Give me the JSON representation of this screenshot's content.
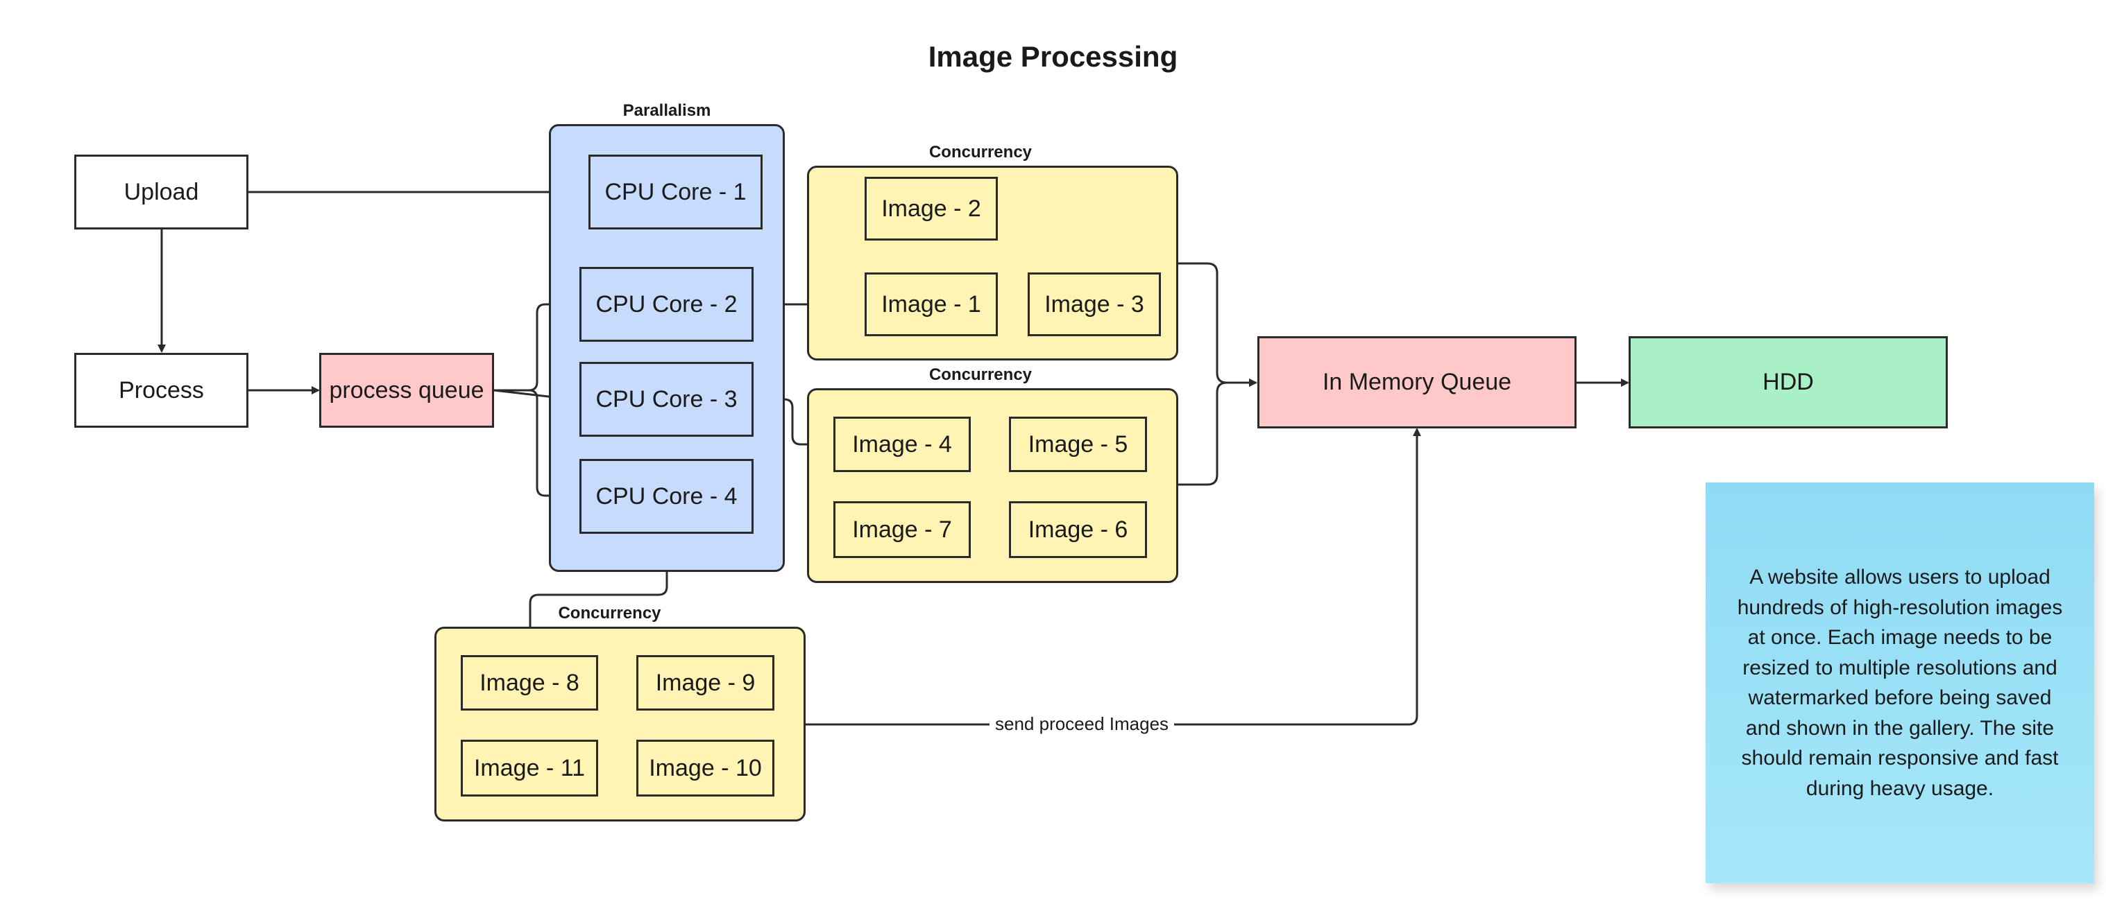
{
  "title": "Image Processing",
  "colors": {
    "white": "#ffffff",
    "queue_pink": "#ffc9c9",
    "parallel_blue": "#c7dbfd",
    "concurrency_yellow": "#fff4b4",
    "storage_green": "#aaf0c6",
    "note_blue": "#99e0f7",
    "stroke": "#2b2b2b"
  },
  "groups": {
    "parallelism": "Parallalism",
    "concurrency_a": "Concurrency",
    "concurrency_b": "Concurrency",
    "concurrency_c": "Concurrency"
  },
  "nodes": {
    "upload": "Upload",
    "process": "Process",
    "process_queue": "process queue",
    "cpu1": "CPU Core - 1",
    "cpu2": "CPU Core - 2",
    "cpu3": "CPU Core - 3",
    "cpu4": "CPU Core - 4",
    "image1": "Image - 1",
    "image2": "Image - 2",
    "image3": "Image - 3",
    "image4": "Image - 4",
    "image5": "Image - 5",
    "image6": "Image - 6",
    "image7": "Image - 7",
    "image8": "Image - 8",
    "image9": "Image - 9",
    "image10": "Image - 10",
    "image11": "Image - 11",
    "in_memory_queue": "In Memory Queue",
    "hdd": "HDD"
  },
  "edge_labels": {
    "send": "send proceed Images"
  },
  "note": "A website allows users to upload hundreds of high-resolution images at once. Each image needs to be resized to multiple resolutions and watermarked before being saved and shown in the gallery. The site should remain responsive and fast during heavy usage."
}
